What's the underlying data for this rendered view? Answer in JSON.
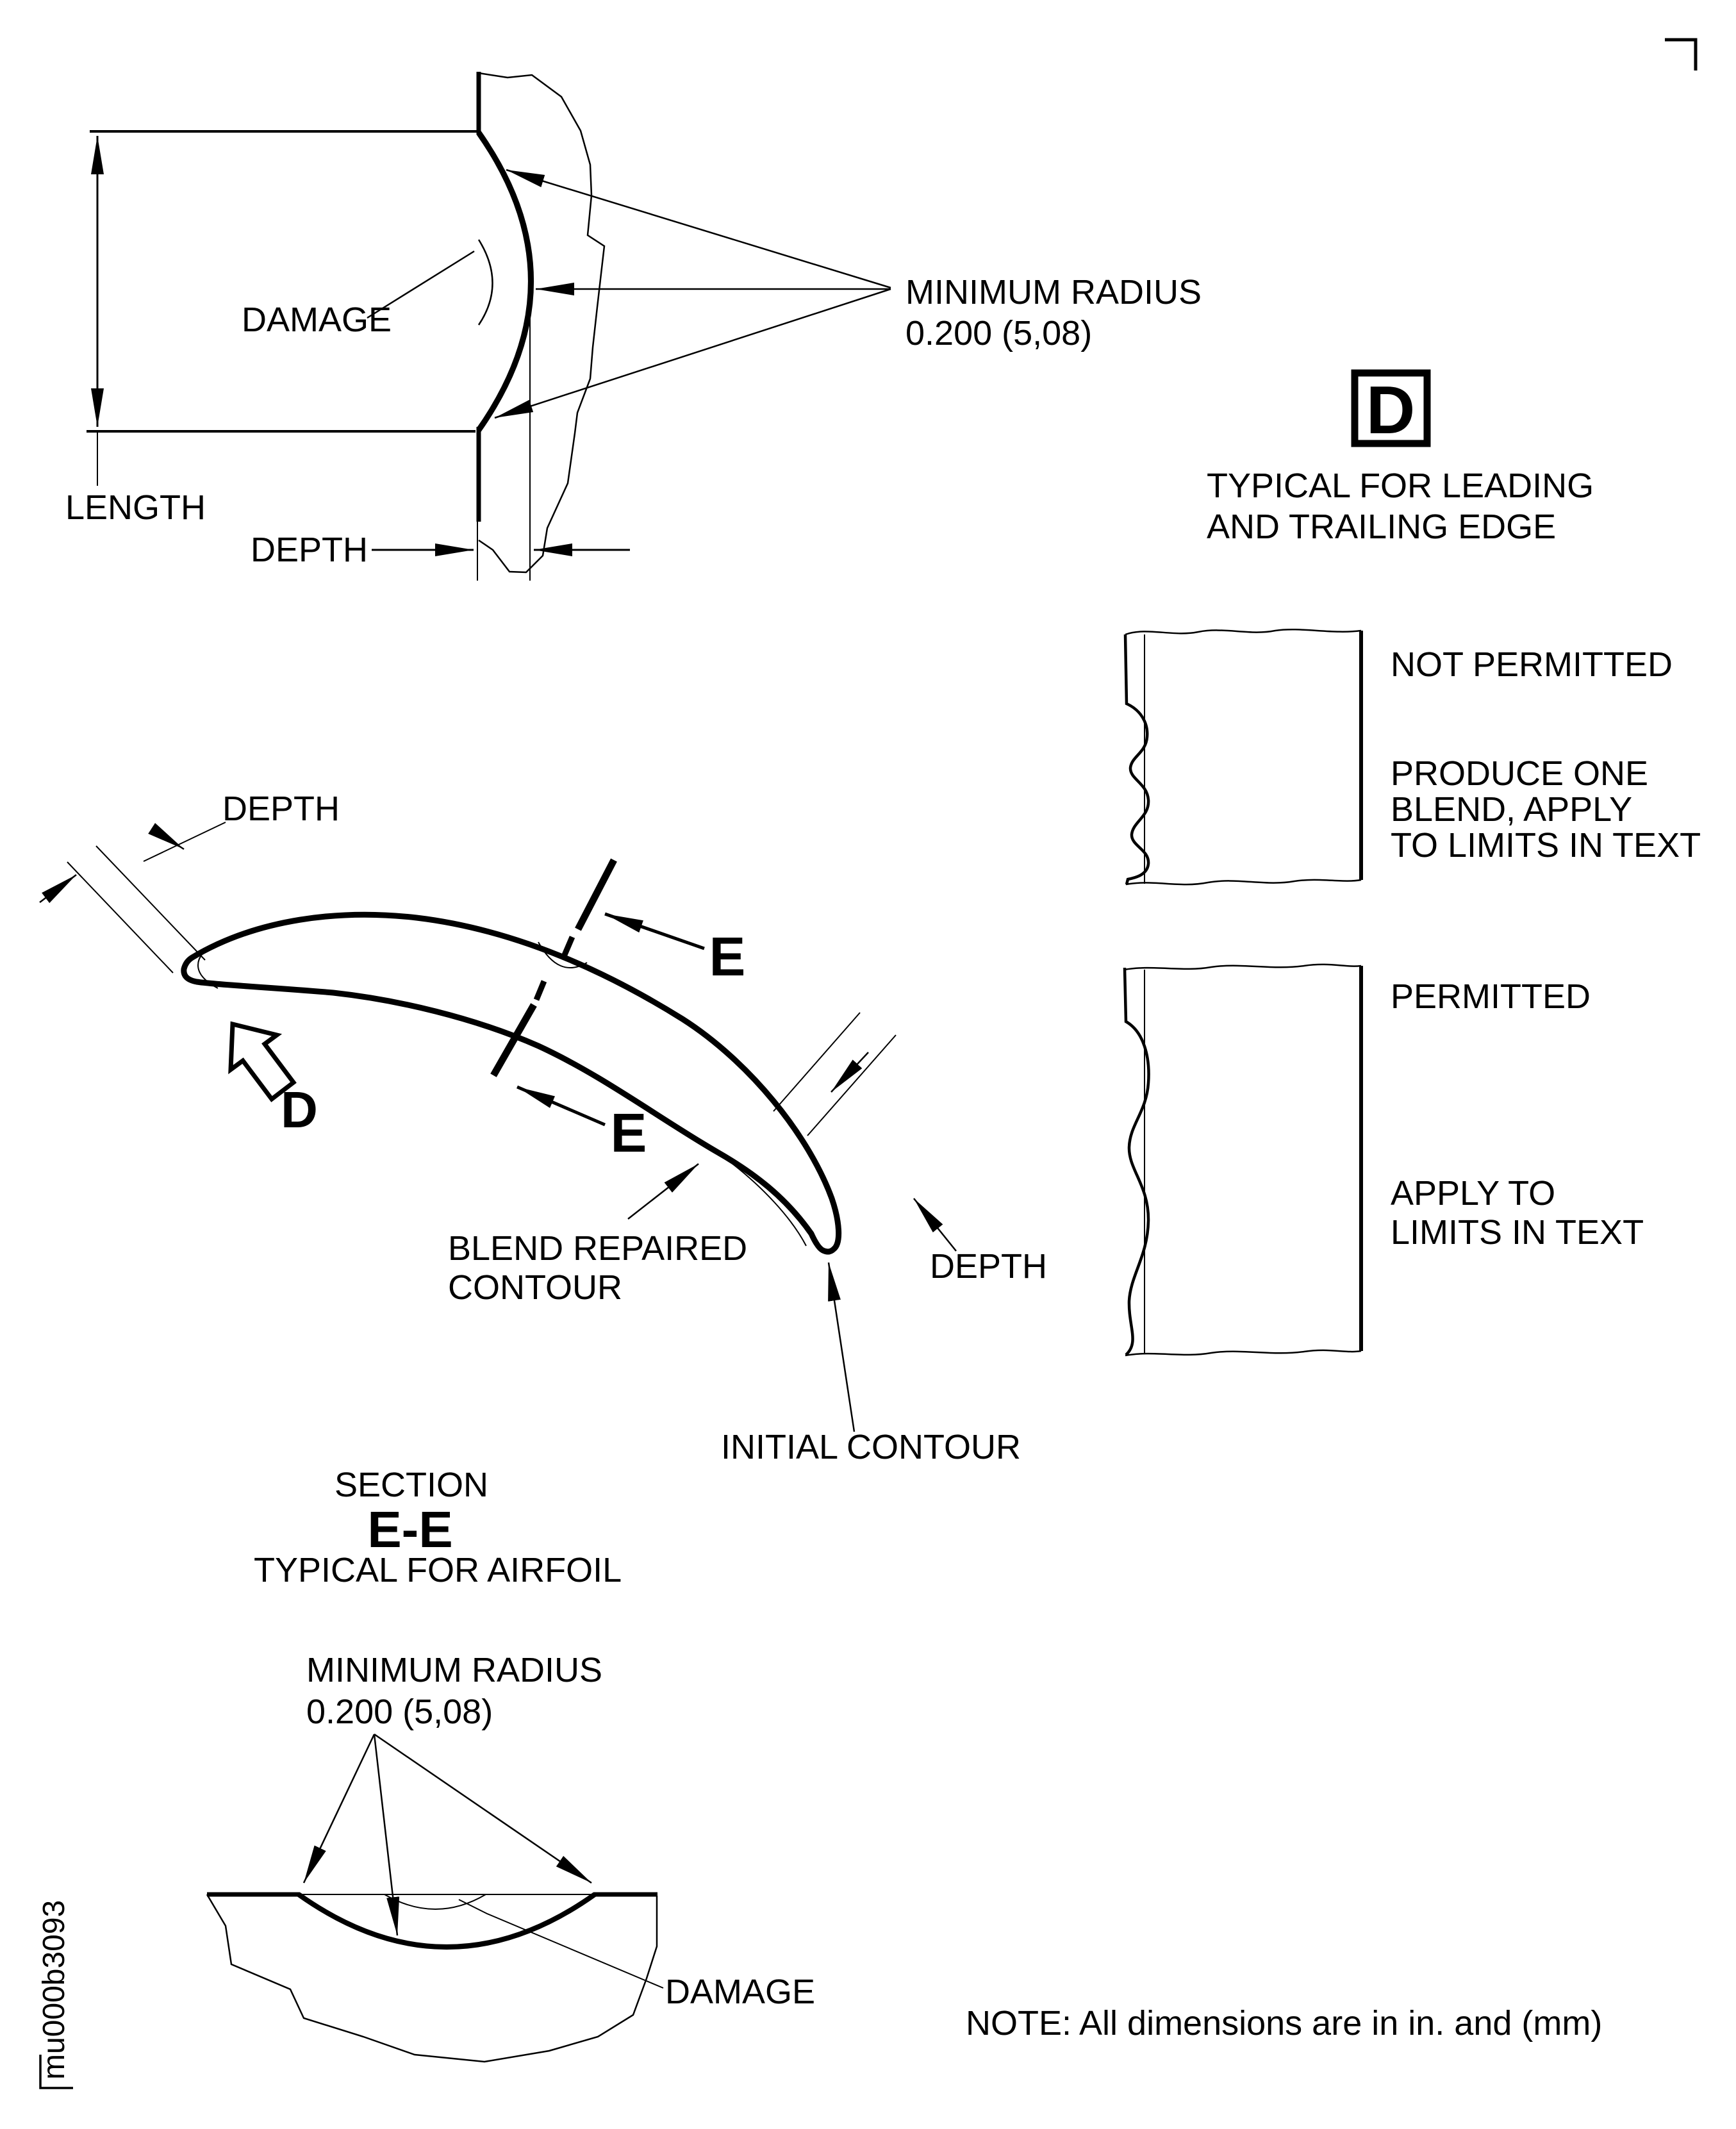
{
  "edge_diagram": {
    "length": "LENGTH",
    "depth": "DEPTH",
    "damage": "DAMAGE",
    "min_radius_title": "MINIMUM RADIUS",
    "min_radius_value": "0.200 (5,08)"
  },
  "detail_d": {
    "letter": "D",
    "caption1": "TYPICAL FOR LEADING",
    "caption2": "AND TRAILING EDGE"
  },
  "not_permitted": {
    "title": "NOT PERMITTED",
    "line1": "PRODUCE ONE",
    "line2": "BLEND, APPLY",
    "line3": "TO LIMITS IN TEXT"
  },
  "permitted": {
    "title": "PERMITTED",
    "line1": "APPLY TO",
    "line2": "LIMITS IN TEXT"
  },
  "airfoil": {
    "depth_le": "DEPTH",
    "depth_te": "DEPTH",
    "view_d": "D",
    "cut_e_upper": "E",
    "cut_e_lower": "E",
    "blend1": "BLEND REPAIRED",
    "blend2": "CONTOUR",
    "initial_contour": "INITIAL CONTOUR",
    "section_word": "SECTION",
    "section_id": "E-E",
    "section_caption": "TYPICAL FOR AIRFOIL"
  },
  "surface_diagram": {
    "min_radius_title": "MINIMUM RADIUS",
    "min_radius_value": "0.200 (5,08)",
    "damage": "DAMAGE"
  },
  "footer": {
    "note": "NOTE: All dimensions are in in. and (mm)",
    "figure_id": "mu000b3093"
  },
  "colors": {
    "ink": "#000000",
    "paper": "#ffffff"
  }
}
